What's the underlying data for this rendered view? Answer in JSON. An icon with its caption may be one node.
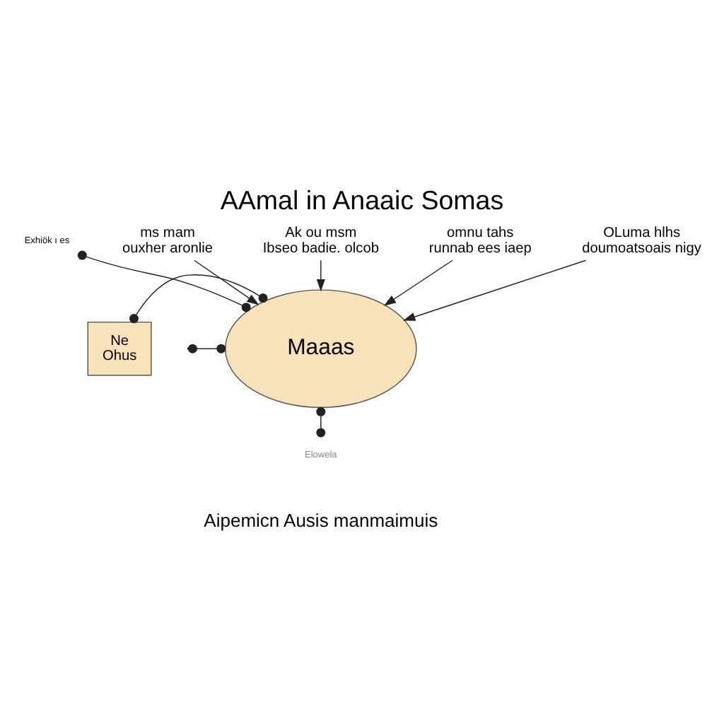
{
  "diagram": {
    "title": "AAmal in Anaaic Somas",
    "caption": "Aipemicn Ausis manmaimuis",
    "nodes": [
      {
        "text": [
          "Maaas"
        ]
      },
      {
        "text": [
          "Exhiök ı es"
        ]
      },
      {
        "text": [
          "ms mam",
          "ouxher aronlie"
        ]
      },
      {
        "text": [
          "Ak ou msm",
          "Ibseo badie. olcob"
        ]
      },
      {
        "text": [
          "Ne",
          "Ohus"
        ]
      },
      {
        "text": [
          "omnu tahs",
          "runnab ees iaep"
        ]
      },
      {
        "text": [
          "OLuma hlhs",
          "doumoatsoais nigy"
        ]
      },
      {
        "text": [
          "Elowela"
        ]
      }
    ],
    "edges": [
      {
        "from": 1,
        "to": 0,
        "arrow": "other"
      },
      {
        "from": 2,
        "to": 0,
        "arrow": "to"
      },
      {
        "from": 3,
        "to": 0,
        "arrow": "to"
      },
      {
        "from": null,
        "to": 0,
        "arrow": "other"
      },
      {
        "from": 4,
        "to": 0,
        "arrow": "other"
      },
      {
        "from": 5,
        "to": 0,
        "arrow": "to"
      },
      {
        "from": 6,
        "to": 0,
        "arrow": "to"
      },
      {
        "from": 0,
        "to": 7,
        "arrow": "other"
      }
    ]
  }
}
